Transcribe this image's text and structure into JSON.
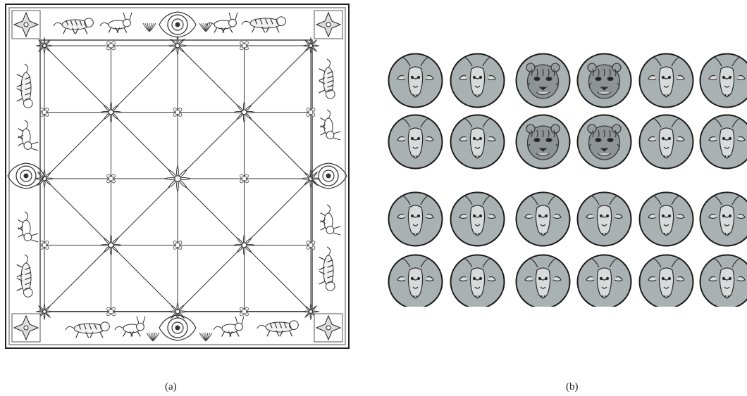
{
  "captions": {
    "a": "(a)",
    "b": "(b)"
  },
  "colors": {
    "board_line": "#333333",
    "board_frame": "#555555",
    "border_fill": "#ffffff",
    "piece_fill": "#a9b1b3",
    "piece_outline": "#1a1a1a",
    "tiger_ink": "#3a3a3a",
    "goat_ink": "#2a2a2a"
  },
  "board": {
    "grid_size": 5,
    "diagonal_style": "alquerque",
    "border_motifs": [
      "tiger-icon",
      "goat-icon",
      "deer-icon",
      "grass-icon",
      "corner-star-icon",
      "medallion-icon"
    ]
  },
  "pieces": {
    "rows": [
      [
        "goat",
        "goat",
        "tiger",
        "tiger",
        "goat",
        "goat"
      ],
      [
        "goat",
        "goat",
        "tiger",
        "tiger",
        "goat",
        "goat"
      ],
      [
        "goat",
        "goat",
        "goat",
        "goat",
        "goat",
        "goat"
      ],
      [
        "goat",
        "goat",
        "goat",
        "goat",
        "goat",
        "goat"
      ]
    ]
  }
}
